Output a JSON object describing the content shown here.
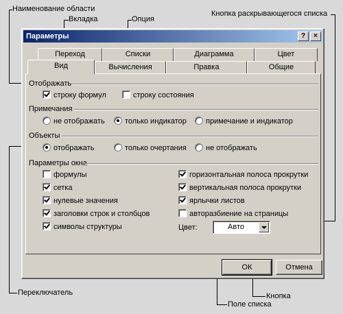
{
  "annotations": {
    "area_name": "Наименование области",
    "tab": "Вкладка",
    "option": "Опция",
    "dropdown_button": "Кнопка раскрывающегося списка",
    "radio_button": "Переключатель",
    "list_field": "Поле списка",
    "button": "Кнопка"
  },
  "dialog": {
    "title": "Параметры",
    "help_glyph": "?",
    "close_glyph": "×"
  },
  "tabs_back": [
    "Переход",
    "Списки",
    "Диаграмма",
    "Цвет"
  ],
  "tabs_front": [
    "Вид",
    "Вычисления",
    "Правка",
    "Общие"
  ],
  "active_tab": "Вид",
  "groups": {
    "display": {
      "title": "Отображать",
      "items": [
        {
          "label": "строку формул",
          "checked": true
        },
        {
          "label": "строку состояния",
          "checked": false
        }
      ]
    },
    "comments": {
      "title": "Примечания",
      "options": [
        "не отображать",
        "только индикатор",
        "примечание и индикатор"
      ],
      "selected": "только индикатор"
    },
    "objects": {
      "title": "Объекты",
      "options": [
        "отображать",
        "только очертания",
        "не отображать"
      ],
      "selected": "отображать"
    },
    "window": {
      "title": "Параметры окна",
      "left": [
        {
          "label": "формулы",
          "checked": false
        },
        {
          "label": "сетка",
          "checked": true
        },
        {
          "label": "нулевые значения",
          "checked": true
        },
        {
          "label": "заголовки строк и столбцов",
          "checked": true
        },
        {
          "label": "символы структуры",
          "checked": true
        }
      ],
      "right": [
        {
          "label": "горизонтальная полоса прокрутки",
          "checked": true
        },
        {
          "label": "вертикальная полоса прокрутки",
          "checked": true
        },
        {
          "label": "ярлычки листов",
          "checked": true
        },
        {
          "label": "авторазбиение на страницы",
          "checked": false
        }
      ],
      "color_label": "Цвет:",
      "color_value": "Авто"
    }
  },
  "buttons": {
    "ok": "ОК",
    "cancel": "Отмена"
  }
}
